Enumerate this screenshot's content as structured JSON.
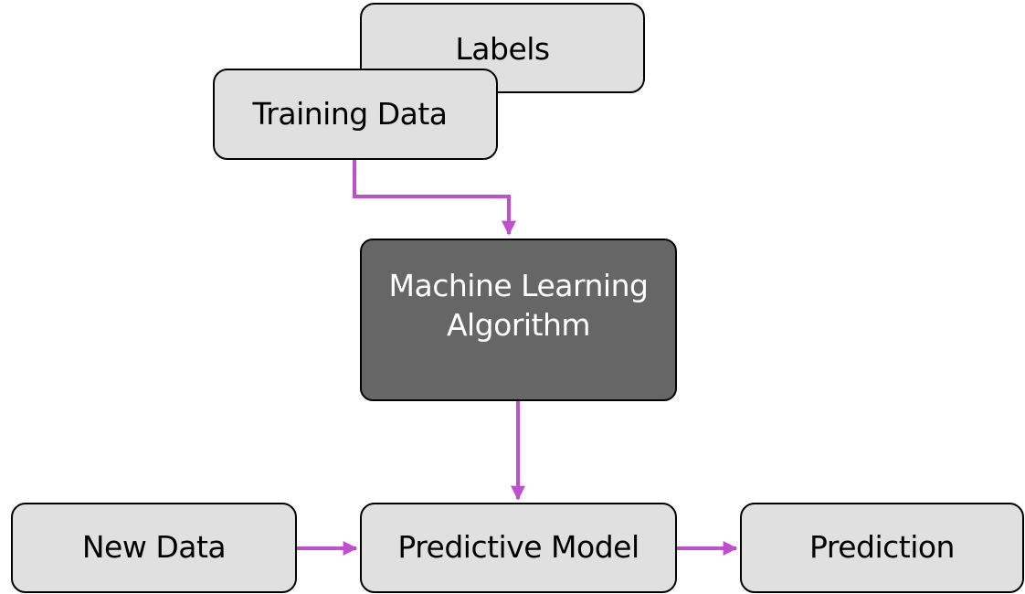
{
  "nodes": {
    "labels": "Labels",
    "training_data": "Training Data",
    "ml_algorithm": [
      "Machine Learning",
      "Algorithm"
    ],
    "new_data": "New Data",
    "predictive_model": "Predictive Model",
    "prediction": "Prediction"
  },
  "colors": {
    "node_fill": "#e0e0e0",
    "highlight_fill": "#666666",
    "arrow": "#c04fcf"
  }
}
